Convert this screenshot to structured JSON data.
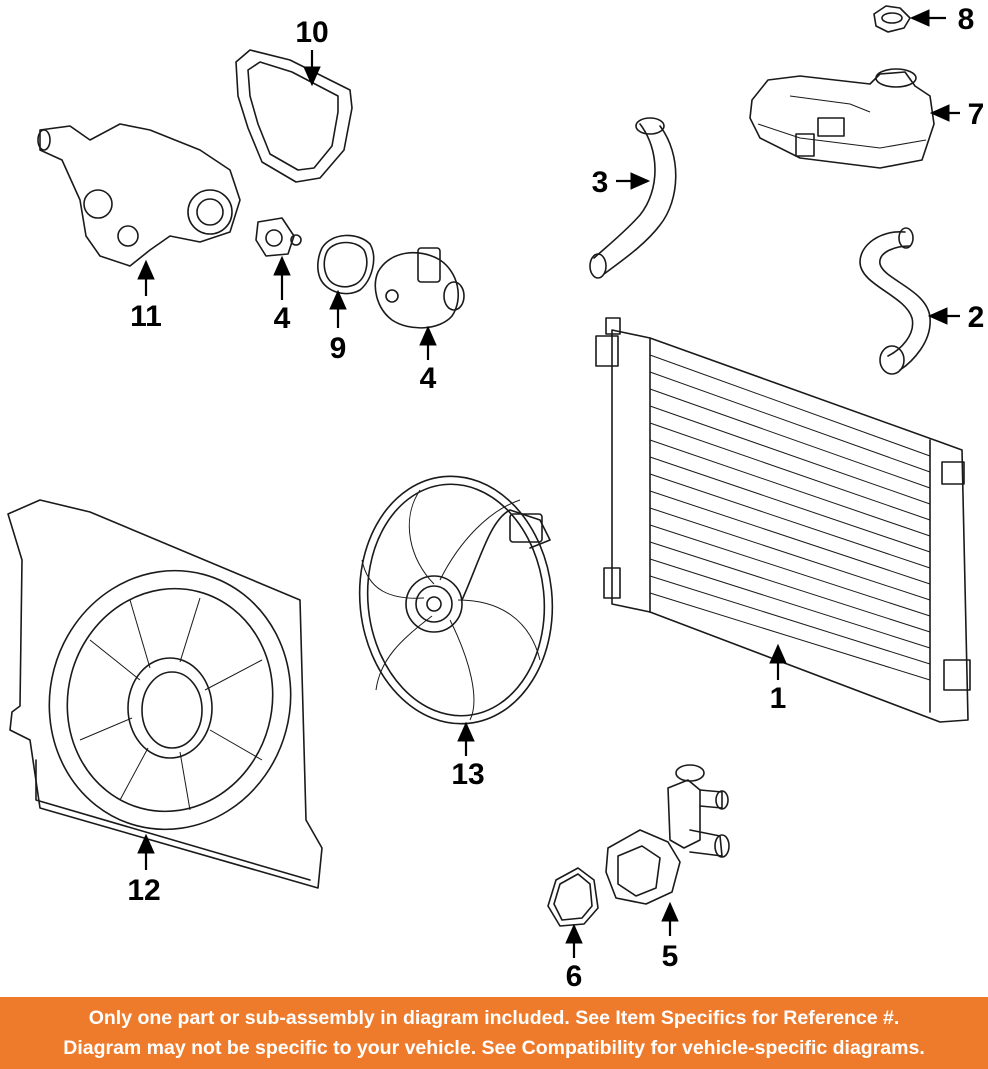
{
  "diagram": {
    "callouts": [
      "1",
      "2",
      "3",
      "4",
      "4",
      "5",
      "6",
      "7",
      "8",
      "9",
      "10",
      "11",
      "12",
      "13"
    ]
  },
  "banner": {
    "line1": "Only one part or sub-assembly in diagram included. See Item Specifics for Reference #.",
    "line2": "Diagram may not be specific to your vehicle. See Compatibility for vehicle-specific diagrams.",
    "background": "#ee7b2c",
    "text_color": "#ffffff"
  }
}
